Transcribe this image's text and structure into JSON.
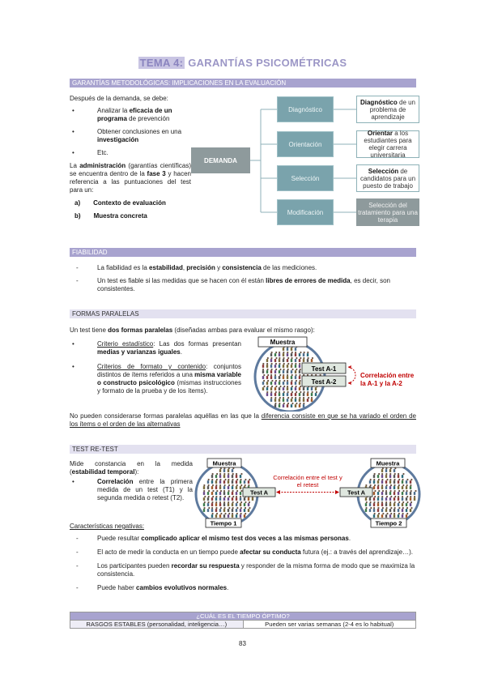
{
  "title": {
    "part1": "TEMA 4:",
    "part2": " GARANTÍAS PSICOMÉTRICAS"
  },
  "sec1": {
    "bar": "GARANTÍAS METODOLÓGICAS: IMPLICACIONES EN LA EVALUACIÓN",
    "intro": "Después de la demanda, se debe:",
    "b1_pre": "Analizar la ",
    "b1_bold": "eficacia de un programa",
    "b1_post": " de prevención",
    "b2_pre": "Obtener conclusiones en una ",
    "b2_bold": "investigación",
    "b3": "Etc.",
    "adm_pre": "La ",
    "adm_bold": "administración",
    "adm_mid": " (garantías científicas) se encuentra dentro de la ",
    "adm_bold2": "fase 3",
    "adm_post": " y hacen referencia a las puntuaciones del test para un:",
    "a_marker": "a)",
    "a_text": "Contexto de evaluación",
    "b_marker": "b)",
    "b_text": "Muestra concreta",
    "diagram": {
      "center": "DEMANDA",
      "mid": [
        "Diagnóstico",
        "Orientación",
        "Selección",
        "Modificación"
      ],
      "right1_bold": "Diagnóstico",
      "right1_rest": " de un problema de aprendizaje",
      "right2_bold": "Orientar",
      "right2_rest": " a los estudiantes para elegir carrera universitaria",
      "right3_bold": "Selección",
      "right3_rest": " de candidatos para un puesto de trabajo",
      "right4": "Selección del tratamiento para una terapia"
    }
  },
  "fiab": {
    "bar": "FIABILIDAD",
    "d1_pre": "La fiabilidad es la ",
    "d1_b1": "estabilidad",
    "d1_sep1": ", ",
    "d1_b2": "precisión",
    "d1_sep2": " y ",
    "d1_b3": "consistencia",
    "d1_post": " de las mediciones.",
    "d2_pre": "Un test es fiable si las medidas que se hacen con él están ",
    "d2_bold": "libres de errores de medida",
    "d2_post": ", es decir, son consistentes."
  },
  "formas": {
    "bar": "FORMAS PARALELAS",
    "intro_pre": "Un test tiene ",
    "intro_bold": "dos formas paralelas",
    "intro_post": " (diseñadas ambas para evaluar el mismo rasgo):",
    "b1_u": "Criterio estadístico",
    "b1_pre": ": Las dos formas presentan ",
    "b1_bold": "medias y varianzas iguales",
    "b1_post": ".",
    "b2_u": "Criterios de formato y contenido",
    "b2_pre": ": conjuntos distintos de ítems referidos a una ",
    "b2_bold": "misma variable o constructo psicológico",
    "b2_post": " (mismas instrucciones y formato de la prueba y de los ítems).",
    "note_pre": "No pueden considerarse formas paralelas aquéllas en las que la ",
    "note_u": "diferencia consiste en que se ha variado el orden de los ítems o el orden de las alternativas",
    "fig": {
      "muestra": "Muestra",
      "testA1": "Test A-1",
      "testA2": "Test A-2",
      "corr_l1": "Correlación entre",
      "corr_l2": "la A-1 y la A-2"
    }
  },
  "retest": {
    "bar": "TEST RE-TEST",
    "intro_pre": "Mide constancia en la medida (",
    "intro_bold": "estabilidad temporal",
    "intro_post": "):",
    "b1_bold": "Correlación",
    "b1_rest": " entre la primera medida de un test (T1) y la segunda medida o retest (T2).",
    "neg_title": "Características negativas:",
    "n1_pre": "Puede resultar ",
    "n1_bold": "complicado aplicar el mismo test dos veces a las mismas personas",
    "n1_post": ".",
    "n2_pre": "El acto de medir la conducta en un tiempo puede ",
    "n2_bold": "afectar su conducta",
    "n2_post": " futura (ej.: a través del aprendizaje…).",
    "n3_pre": "Los participantes pueden ",
    "n3_bold": "recordar su respuesta",
    "n3_post": " y responder de la misma forma de modo que se maximiza la consistencia.",
    "n4_pre": "Puede haber ",
    "n4_bold": "cambios evolutivos normales",
    "n4_post": ".",
    "fig": {
      "muestra1": "Muestra",
      "muestra2": "Muestra",
      "test1": "Test A",
      "test2": "Test A",
      "t1": "Tiempo 1",
      "t2": "Tiempo 2",
      "corr_l1": "Correlación entre el test y",
      "corr_l2": "el retest"
    },
    "table": {
      "header": "¿CUÁL ES EL TIEMPO ÓPTIMO?",
      "c1": "RASGOS ESTABLES (personalidad, inteligencia…)",
      "c2": "Pueden ser varias semanas (2-4 es lo habitual)"
    }
  },
  "page_number": "83",
  "colors": {
    "accent": "#a8a3cf",
    "diagram": "#7aa3ac",
    "red": "#c00000"
  }
}
